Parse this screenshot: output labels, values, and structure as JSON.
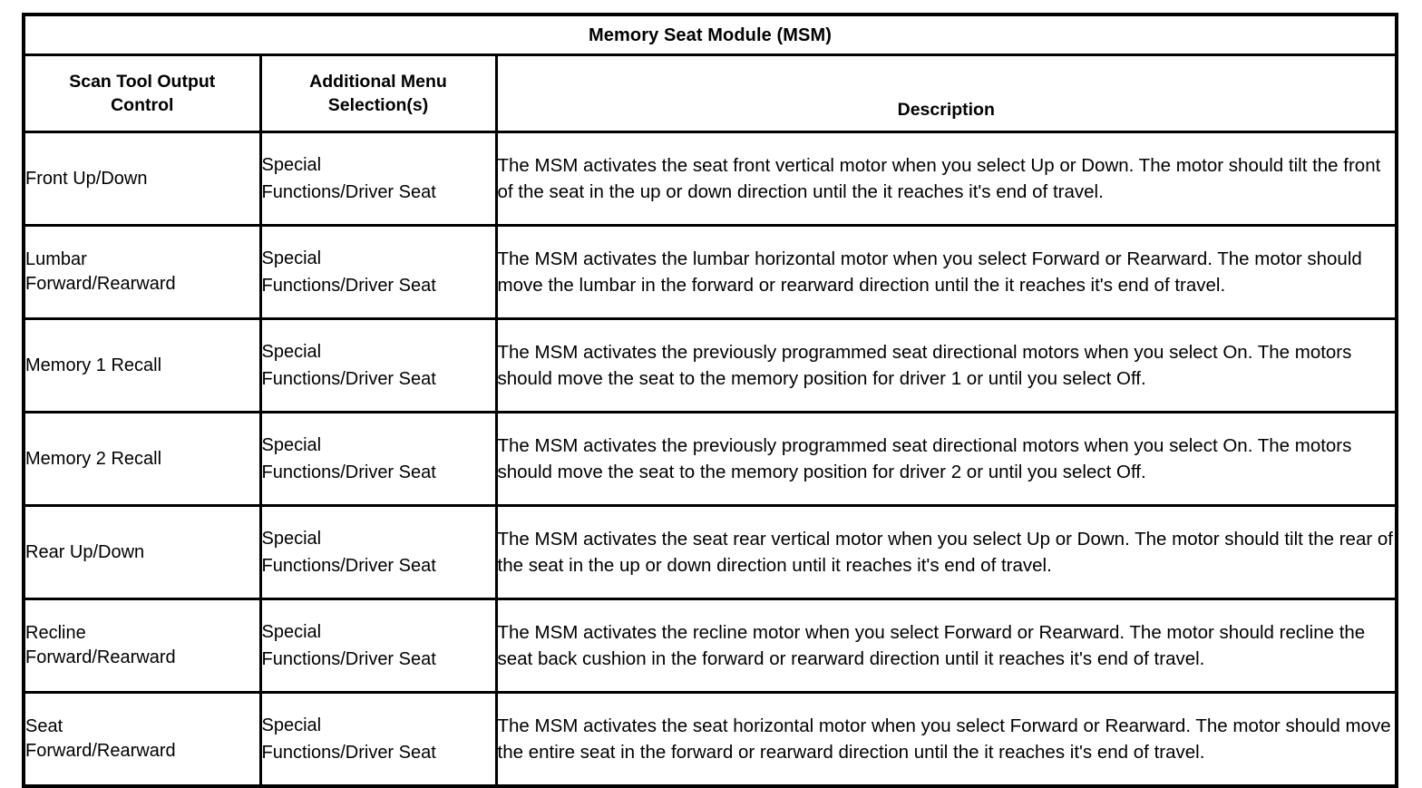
{
  "table": {
    "title": "Memory Seat Module (MSM)",
    "columns": [
      {
        "key": "control",
        "label": "Scan Tool Output\nControl"
      },
      {
        "key": "menu",
        "label": "Additional Menu\nSelection(s)"
      },
      {
        "key": "description",
        "label": "Description"
      }
    ],
    "rows": [
      {
        "control": "Front Up/Down",
        "menu": "Special\nFunctions/Driver Seat",
        "description": "The MSM activates the seat front vertical motor when you select Up or Down. The motor should tilt the front of the seat in the up or down direction until the it reaches it's end of travel."
      },
      {
        "control": "Lumbar\nForward/Rearward",
        "menu": "Special\nFunctions/Driver Seat",
        "description": "The MSM activates the lumbar horizontal motor when you select Forward or Rearward. The motor should move the lumbar in the forward or rearward direction until the it reaches it's end of travel."
      },
      {
        "control": "Memory 1 Recall",
        "menu": "Special\nFunctions/Driver Seat",
        "description": "The MSM activates the previously programmed seat directional motors when you select On. The motors should move the seat to the memory position for driver 1 or until you select Off."
      },
      {
        "control": "Memory 2 Recall",
        "menu": "Special\nFunctions/Driver Seat",
        "description": "The MSM activates the previously programmed seat directional motors when you select On. The motors should move the seat to the memory position for driver 2 or until you select Off."
      },
      {
        "control": "Rear Up/Down",
        "menu": "Special\nFunctions/Driver Seat",
        "description": "The MSM activates the seat rear vertical motor when you select Up or Down. The motor should tilt the rear of the seat in the up or down direction until it reaches it's end of travel."
      },
      {
        "control": "Recline\nForward/Rearward",
        "menu": "Special\nFunctions/Driver Seat",
        "description": "The MSM activates the recline motor when you select Forward or Rearward. The motor should recline the seat back cushion in the forward or rearward direction until it reaches it's end of travel."
      },
      {
        "control": "Seat\nForward/Rearward",
        "menu": "Special\nFunctions/Driver Seat",
        "description": "The MSM activates the seat horizontal motor when you select Forward or Rearward. The motor should move the entire seat in the forward or rearward direction until the it reaches it's end of travel."
      }
    ]
  },
  "colors": {
    "border": "#000000",
    "text": "#000000",
    "background": "#ffffff"
  }
}
